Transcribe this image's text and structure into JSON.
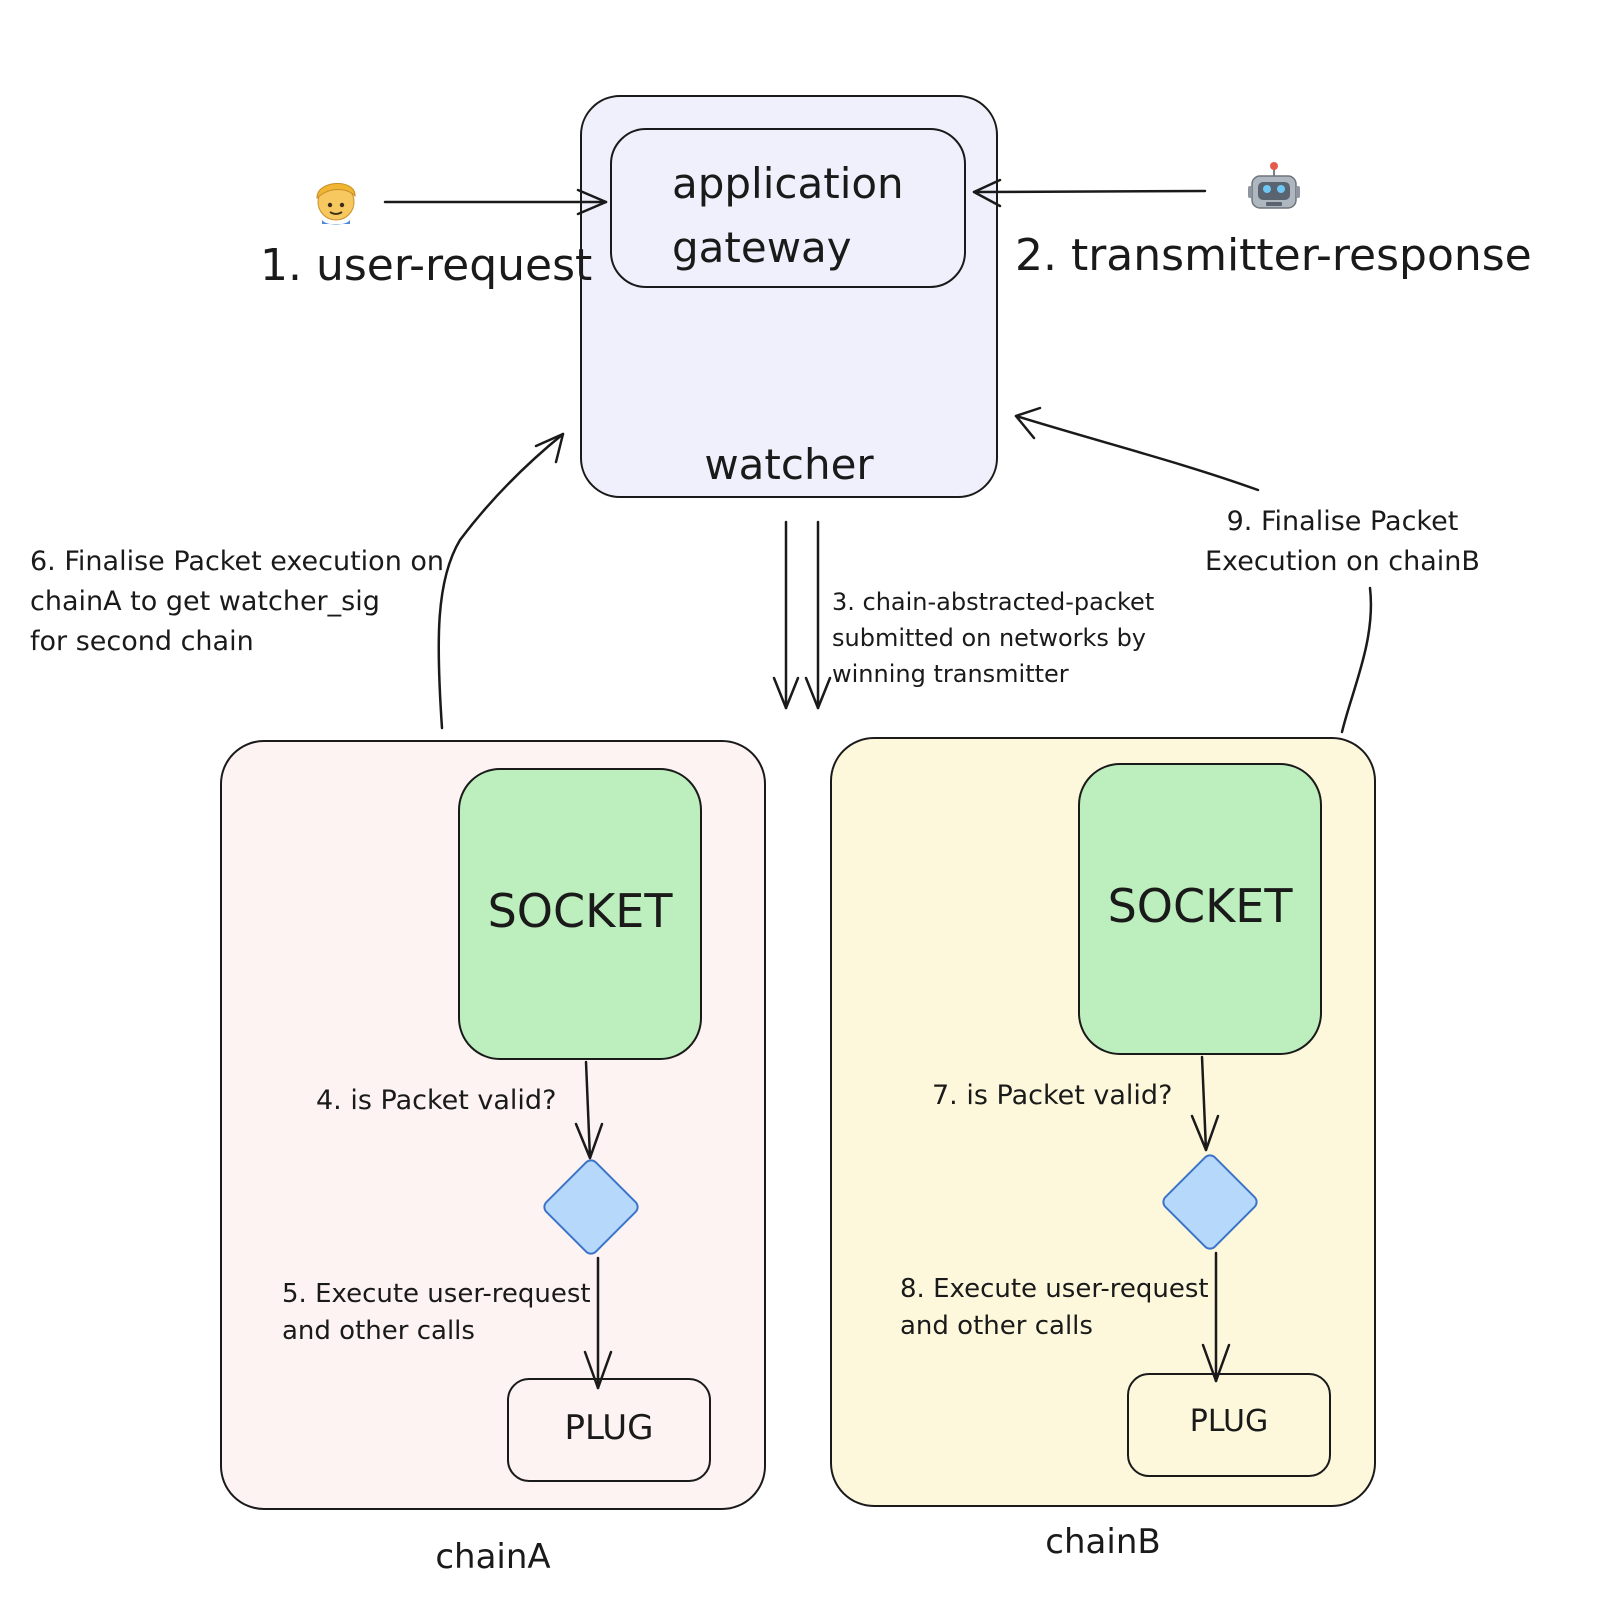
{
  "watcher": {
    "label": "watcher",
    "fill": "#f0f0fc"
  },
  "gateway": {
    "label": "application\ngateway"
  },
  "actors": {
    "user": {
      "icon": "person-icon",
      "label": "1. user-request"
    },
    "transmitter": {
      "icon": "robot-icon",
      "label": "2. transmitter-response"
    }
  },
  "steps": {
    "step3": "3. chain-abstracted-packet\nsubmitted on networks by\nwinning transmitter",
    "step6": "6. Finalise Packet execution on\nchainA to get watcher_sig\nfor second chain",
    "step9": "9. Finalise Packet\nExecution on chainB"
  },
  "chainA": {
    "label": "chainA",
    "fill": "#fcf3f2",
    "socket": "SOCKET",
    "check": "4. is Packet valid?",
    "execute": "5. Execute user-request\nand other calls",
    "plug": "PLUG"
  },
  "chainB": {
    "label": "chainB",
    "fill": "#fdf8dc",
    "socket": "SOCKET",
    "check": "7. is Packet valid?",
    "execute": "8. Execute user-request\nand other calls",
    "plug": "PLUG"
  },
  "colors": {
    "socket": "#bdeebe",
    "diamond": "#b6d8fb",
    "diamond_border": "#3b73c8"
  }
}
